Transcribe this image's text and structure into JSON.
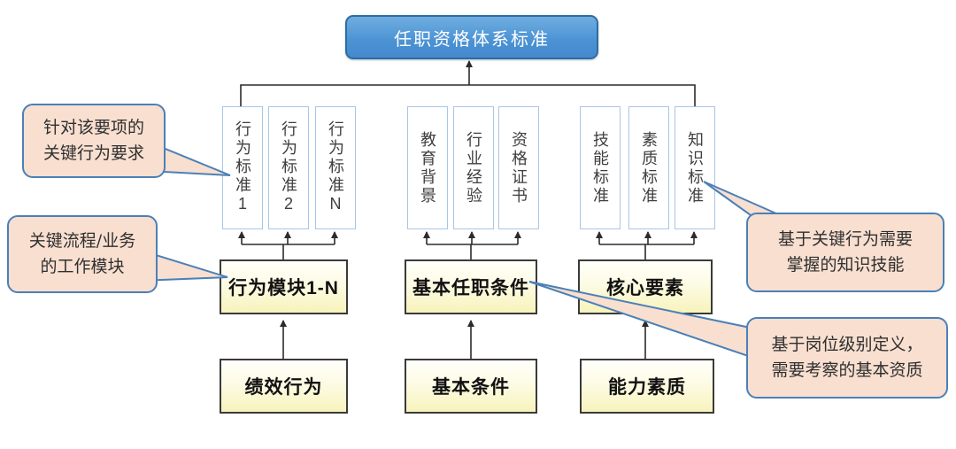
{
  "title": {
    "label": "任职资格体系标准"
  },
  "groups": [
    {
      "items": [
        "行为标准1",
        "行为标准2",
        "行为标准N"
      ],
      "module": "行为模块1-N",
      "source": "绩效行为"
    },
    {
      "items": [
        "教育背景",
        "行业经验",
        "资格证书"
      ],
      "module": "基本任职条件",
      "source": "基本条件"
    },
    {
      "items": [
        "技能标准",
        "素质标准",
        "知识标准"
      ],
      "module": "核心要素",
      "source": "能力素质"
    }
  ],
  "callouts": [
    {
      "lines": [
        "针对该要项的",
        "关键行为要求"
      ]
    },
    {
      "lines": [
        "关键流程/业务",
        "的工作模块"
      ]
    },
    {
      "lines": [
        "基于关键行为需要",
        "掌握的知识技能"
      ]
    },
    {
      "lines": [
        "基于岗位级别定义，",
        "需要考察的基本资质"
      ]
    }
  ],
  "colors": {
    "root_fill": "#4B92D4",
    "root_border": "#2E6DA4",
    "item_border": "#A8C6E5",
    "module_fill": "#F7F3BC",
    "module_border": "#3A3A3A",
    "callout_fill": "#F8DFD0",
    "callout_border": "#4A80B8",
    "connector": "#2B2B2B"
  }
}
